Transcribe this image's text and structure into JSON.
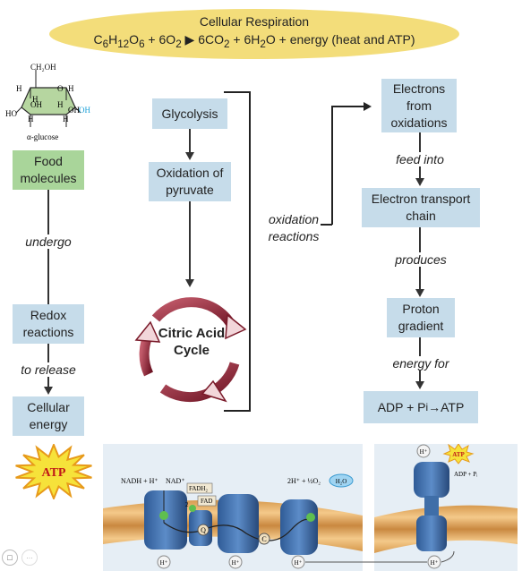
{
  "header": {
    "title": "Cellular Respiration",
    "equation_html": "C<sub>6</sub>H<sub>12</sub>O<sub>6</sub> + 6O<sub>2</sub> &#9654; 6CO<sub>2</sub> + 6H<sub>2</sub>O + energy (heat and ATP)"
  },
  "glucose": {
    "ch2oh": "CH₂OH",
    "labels": [
      "H",
      "O",
      "H",
      "H",
      "OH",
      "H",
      "HO",
      "OH",
      "H",
      "OH",
      "H"
    ],
    "caption": "α-glucose"
  },
  "left_column": {
    "food": "Food molecules",
    "undergo": "undergo",
    "redox": "Redox reactions",
    "release": "to release",
    "energy": "Cellular energy"
  },
  "middle_column": {
    "glycolysis": "Glycolysis",
    "oxidation": "Oxidation of pyruvate",
    "cycle": "Citric Acid Cycle",
    "bracket_label": "oxidation reactions"
  },
  "right_column": {
    "electrons": "Electrons from oxidations",
    "feed": "feed into",
    "etc": "Electron transport chain",
    "produces": "produces",
    "proton": "Proton gradient",
    "energy_for": "energy for",
    "adp_html": "ADP + P<sub>i</sub> &#8594;ATP"
  },
  "atp_burst": "ATP",
  "membrane": {
    "nadh": "NADH + H⁺",
    "nad": "NAD⁺",
    "fadh2": "FADH₂",
    "fad": "FAD",
    "oxygen": "2H⁺ + ½O₂",
    "water": "H₂O",
    "q": "Q",
    "c": "C",
    "h_plus": "H⁺",
    "atp": "ATP",
    "adp_pi": "ADP + Pᵢ",
    "complex_2": "2"
  },
  "colors": {
    "box_blue": "#c6dcea",
    "box_green": "#a9d59a",
    "header_yellow": "#f3dd7a",
    "cycle_maroon": "#8b2332",
    "protein_blue": "#3b6aa8"
  }
}
